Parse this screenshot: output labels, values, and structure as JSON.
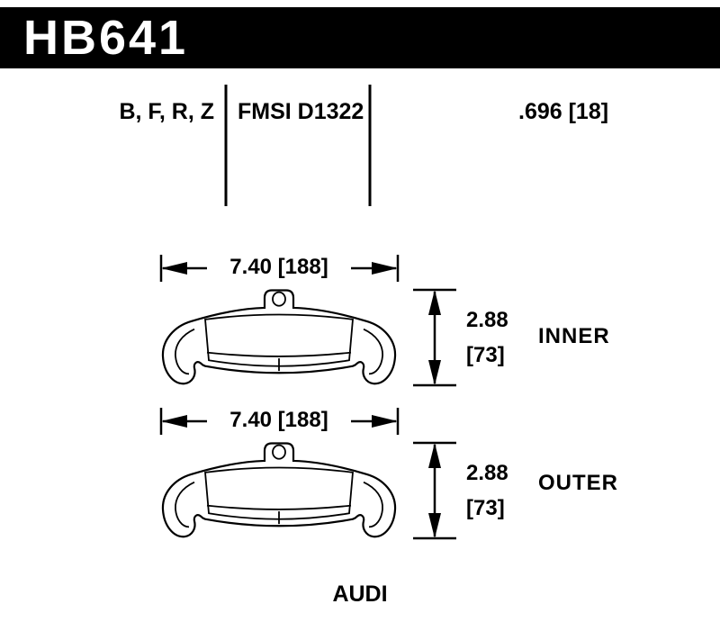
{
  "header": {
    "part_number": "HB641"
  },
  "spec_row": {
    "compound_codes": "B, F, R, Z",
    "fmsi": "FMSI D1322",
    "thickness": ".696 [18]"
  },
  "drawings": {
    "inner": {
      "width_dim": "7.40 [188]",
      "thickness_in": "2.88",
      "thickness_mm": "[73]",
      "label": "INNER"
    },
    "outer": {
      "width_dim": "7.40 [188]",
      "thickness_in": "2.88",
      "thickness_mm": "[73]",
      "label": "OUTER"
    }
  },
  "footer": {
    "vehicle": "AUDI"
  },
  "colors": {
    "header_bg": "#000000",
    "header_text": "#ffffff",
    "line_color": "#000000",
    "background": "#ffffff"
  }
}
